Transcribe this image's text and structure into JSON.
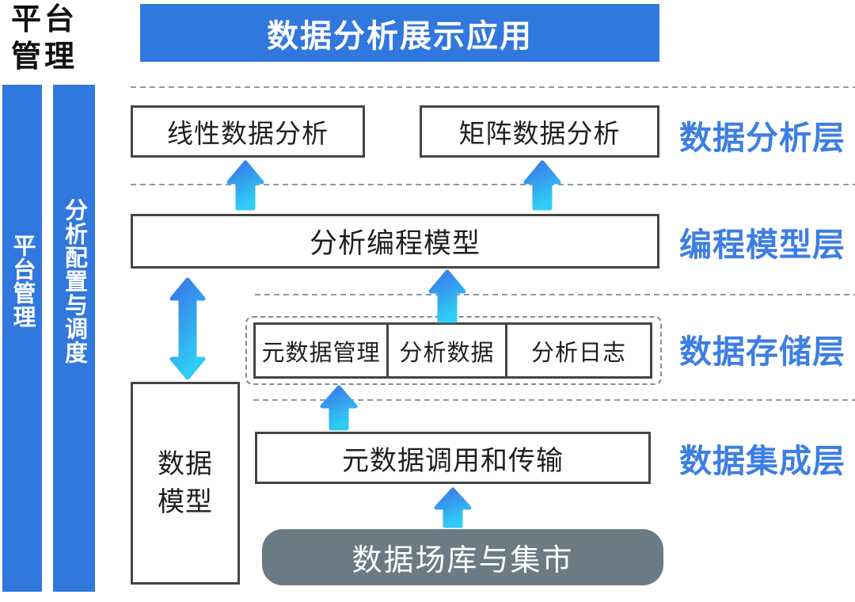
{
  "corner": {
    "line1": "平台",
    "line2": "管理"
  },
  "sidebars": {
    "platform": "平台管理",
    "schedule": "分析配置与调度"
  },
  "banner": {
    "title": "数据分析展示应用"
  },
  "layers": {
    "analysis": {
      "label": "数据分析层",
      "box1": "线性数据分析",
      "box2": "矩阵数据分析"
    },
    "programming": {
      "label": "编程模型层",
      "box": "分析编程模型"
    },
    "storage": {
      "label": "数据存储层",
      "cell1": "元数据管理",
      "cell2": "分析数据",
      "cell3": "分析日志"
    },
    "integration": {
      "label": "数据集成层",
      "box": "元数据调用和传输"
    }
  },
  "data_model": {
    "line1": "数据",
    "line2": "模型"
  },
  "source": {
    "label": "数据场库与集市"
  },
  "colors": {
    "primary_blue": "#3077DE",
    "label_blue": "#3D7EE3",
    "box_border": "#454545",
    "gray_box": "#6B7B85",
    "dashed_line": "#8C9AA6",
    "arrow_gradient_start": "#3A74E8",
    "arrow_gradient_end": "#2FCDF5"
  }
}
